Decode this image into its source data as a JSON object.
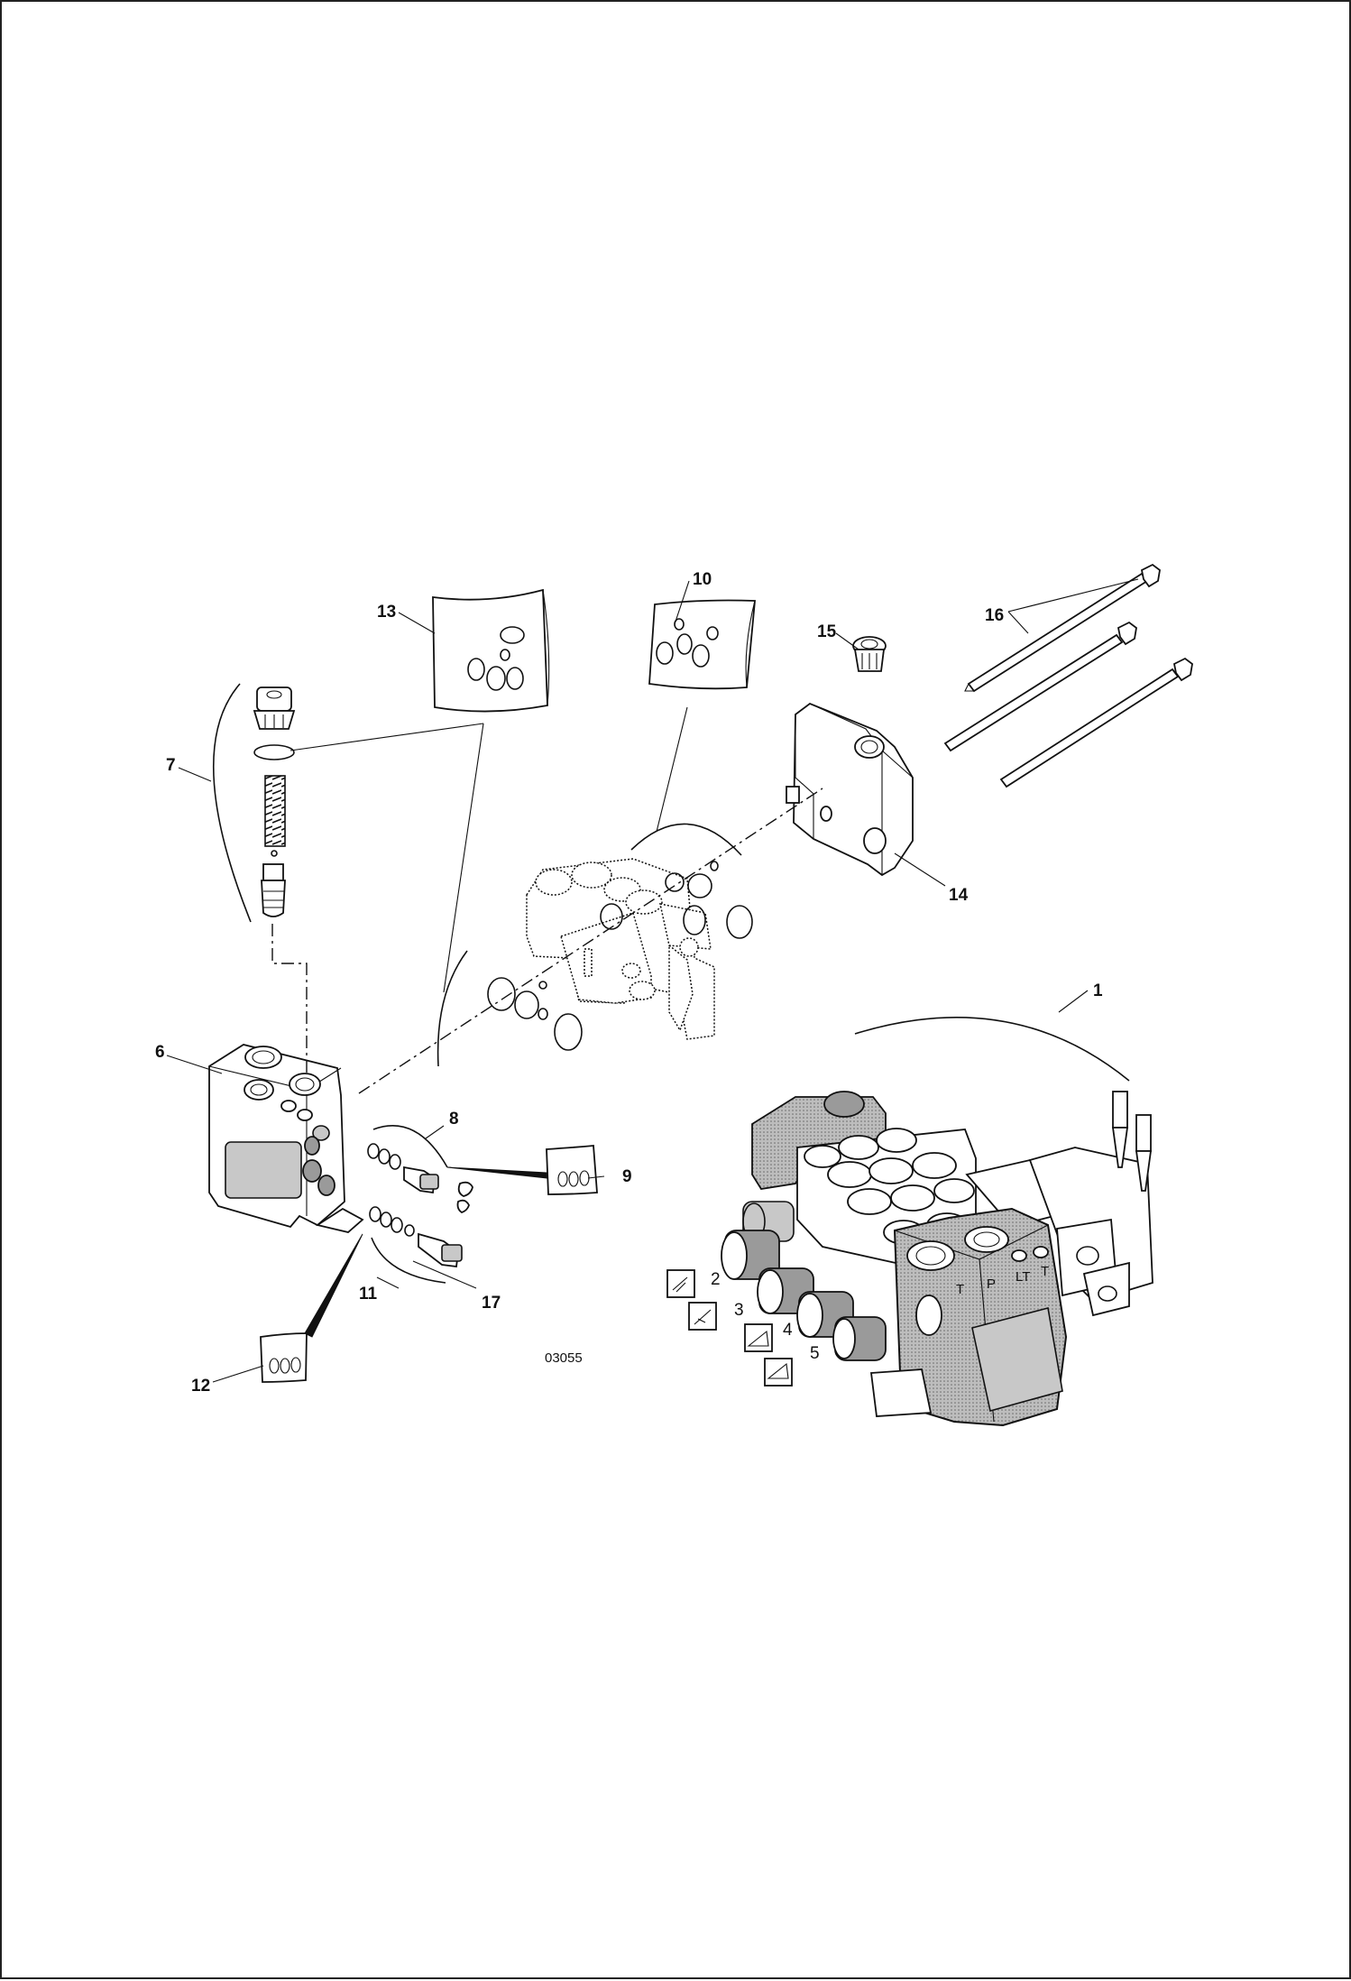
{
  "drawing_number": "03055",
  "callouts": {
    "c1": "1",
    "c2": "2",
    "c3": "3",
    "c4": "4",
    "c5": "5",
    "c6": "6",
    "c7": "7",
    "c8": "8",
    "c9": "9",
    "c10": "10",
    "c11": "11",
    "c12": "12",
    "c13": "13",
    "c14": "14",
    "c15": "15",
    "c16": "16",
    "c17": "17"
  },
  "port_marks": {
    "t": "T",
    "p": "P",
    "lt": "LT",
    "t2": "T"
  }
}
